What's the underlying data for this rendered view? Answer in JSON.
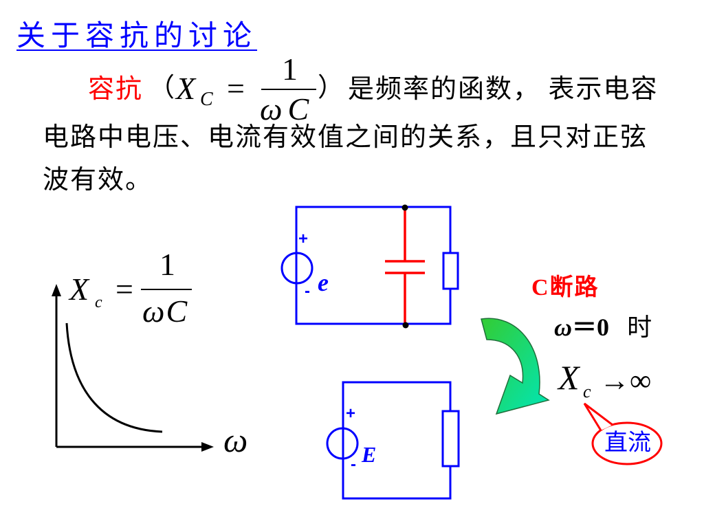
{
  "slide": {
    "title": "关于容抗的讨论",
    "paragraph": {
      "term": "容抗",
      "open_paren": "（",
      "formula": {
        "symbol": "X",
        "subscript": "C",
        "equals": "=",
        "numerator": "1",
        "denominator": "ωC"
      },
      "close_paren": "）",
      "line1_rest": "是频率的函数， 表示电容",
      "line2": "电路中电压、电流有效值之间的关系，且只对正弦",
      "line3": "波有效。"
    },
    "graph": {
      "formula": {
        "symbol": "X",
        "subscript": "c",
        "equals": "=",
        "numerator": "1",
        "denominator": "ωC"
      },
      "x_label": "ω"
    },
    "circuit_ac": {
      "plus": "+",
      "minus": "-",
      "source_label": "e"
    },
    "circuit_dc": {
      "plus": "+",
      "minus": "-",
      "source_label": "E"
    },
    "annotation": {
      "open_label": "C断路",
      "condition": {
        "omega": "ω",
        "value": "＝0",
        "word": "时"
      },
      "limit": {
        "symbol": "X",
        "subscript": "c",
        "tends_to": "→∞"
      },
      "callout": "直流"
    },
    "colors": {
      "title": "#0000ff",
      "highlight": "#ff0000",
      "wire": "#0000ff",
      "capacitor": "#ff0000",
      "arrow_start": "#33cc33",
      "arrow_end": "#00e6b8",
      "arrow_outline": "#1f6e3a",
      "callout_border": "#ff0000",
      "callout_text": "#0000ff",
      "source_label": "#0000ff"
    }
  }
}
